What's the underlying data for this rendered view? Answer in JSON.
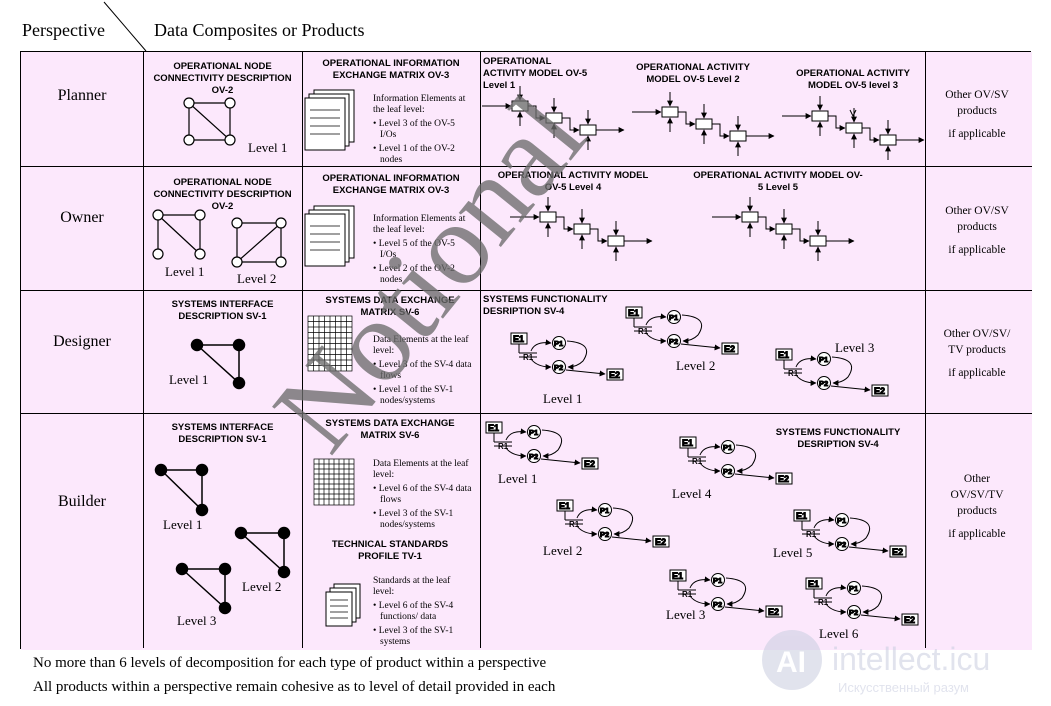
{
  "header": {
    "perspective": "Perspective",
    "products": "Data Composites or Products"
  },
  "rows": {
    "planner": {
      "label": "Planner"
    },
    "owner": {
      "label": "Owner"
    },
    "designer": {
      "label": "Designer"
    },
    "builder": {
      "label": "Builder"
    }
  },
  "titles": {
    "ov2": "OPERATIONAL NODE CONNECTIVITY DESCRIPTION OV-2",
    "ov3": "OPERATIONAL INFORMATION EXCHANGE MATRIX OV-3",
    "ov5_l1": "OPERATIONAL ACTIVITY MODEL OV-5 Level 1",
    "ov5_l2": "OPERATIONAL ACTIVITY MODEL OV-5 Level 2",
    "ov5_l3": "OPERATIONAL ACTIVITY MODEL OV-5 level 3",
    "ov5_l4": "OPERATIONAL ACTIVITY MODEL OV-5 Level 4",
    "ov5_l5": "OPERATIONAL ACTIVITY MODEL OV-5 Level 5",
    "sv1": "SYSTEMS INTERFACE DESCRIPTION SV-1",
    "sv6": "SYSTEMS DATA EXCHANGE MATRIX SV-6",
    "sv4_designer": "SYSTEMS FUNCTIONALITY DESRIPTION SV-4",
    "sv4_builder": "SYSTEMS FUNCTIONALITY DESRIPTION SV-4",
    "tv1": "TECHNICAL STANDARDS PROFILE TV-1"
  },
  "levels": {
    "l1": "Level 1",
    "l2": "Level 2",
    "l3": "Level 3",
    "l4": "Level 4",
    "l5": "Level 5",
    "l6": "Level 6"
  },
  "descriptions": {
    "planner_ov3": {
      "head": "Information Elements at the leaf level:",
      "b1": "Level 3 of the OV-5 I/Os",
      "b2": "Level 1 of the OV-2 nodes"
    },
    "owner_ov3": {
      "head": "Information Elements at the leaf level:",
      "b1": "Level 5 of the OV-5 I/Os",
      "b2": "Level 2 of the OV-2 nodes"
    },
    "designer_sv6": {
      "head": "Data Elements at the leaf level:",
      "b1": "Level 3 of the SV-4 data flows",
      "b2": "Level 1 of the SV-1 nodes/systems"
    },
    "builder_sv6": {
      "head": "Data Elements at the leaf level:",
      "b1": "Level 6 of the SV-4 data flows",
      "b2": "Level 3 of the SV-1 nodes/systems"
    },
    "builder_tv1": {
      "head": "Standards at the leaf level:",
      "b1": "Level 6 of the SV-4 functions/ data",
      "b2": "Level 3 of the SV-1 systems"
    }
  },
  "other": {
    "planner": {
      "l1": "Other OV/SV",
      "l2": "products",
      "l3": "if applicable"
    },
    "owner": {
      "l1": "Other OV/SV",
      "l2": "products",
      "l3": "if applicable"
    },
    "designer": {
      "l1": "Other OV/SV/",
      "l2": "TV products",
      "l3": "if applicable"
    },
    "builder": {
      "l1": "Other",
      "l2": "OV/SV/TV",
      "l3": "products",
      "l4": "if applicable"
    }
  },
  "sv4_labels": {
    "e1": "E1",
    "e2": "E2",
    "r1": "R1",
    "p1": "P1",
    "p2": "P2"
  },
  "watermark": "Notional",
  "footer": {
    "line1": "No more than 6 levels of decomposition for each type of product within a perspective",
    "line2": "All products within a perspective remain cohesive as to level of detail provided in each"
  },
  "brand_mark": {
    "name": "intellect.icu",
    "tagline": "Искусственный разум",
    "color": "#c9cde0"
  }
}
